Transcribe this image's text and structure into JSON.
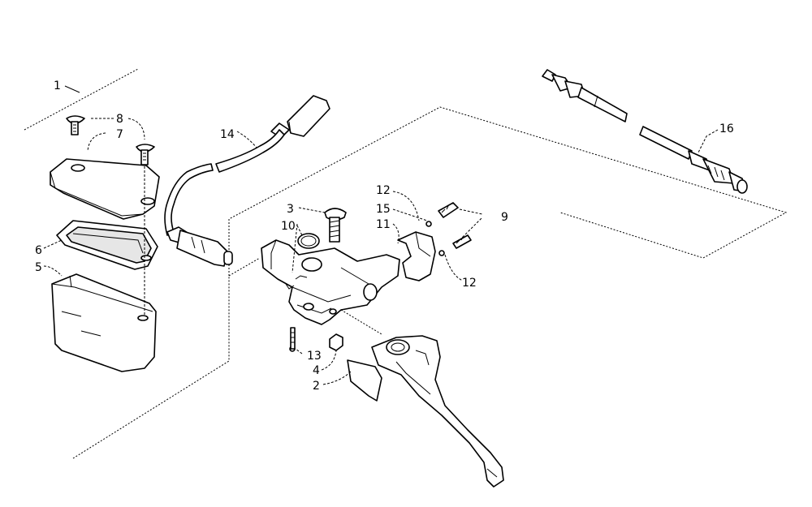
{
  "callouts": [
    "1",
    "2",
    "3",
    "4",
    "5",
    "6",
    "7",
    "8",
    "9",
    "10",
    "11",
    "12",
    "12",
    "13",
    "14",
    "15",
    "16"
  ]
}
